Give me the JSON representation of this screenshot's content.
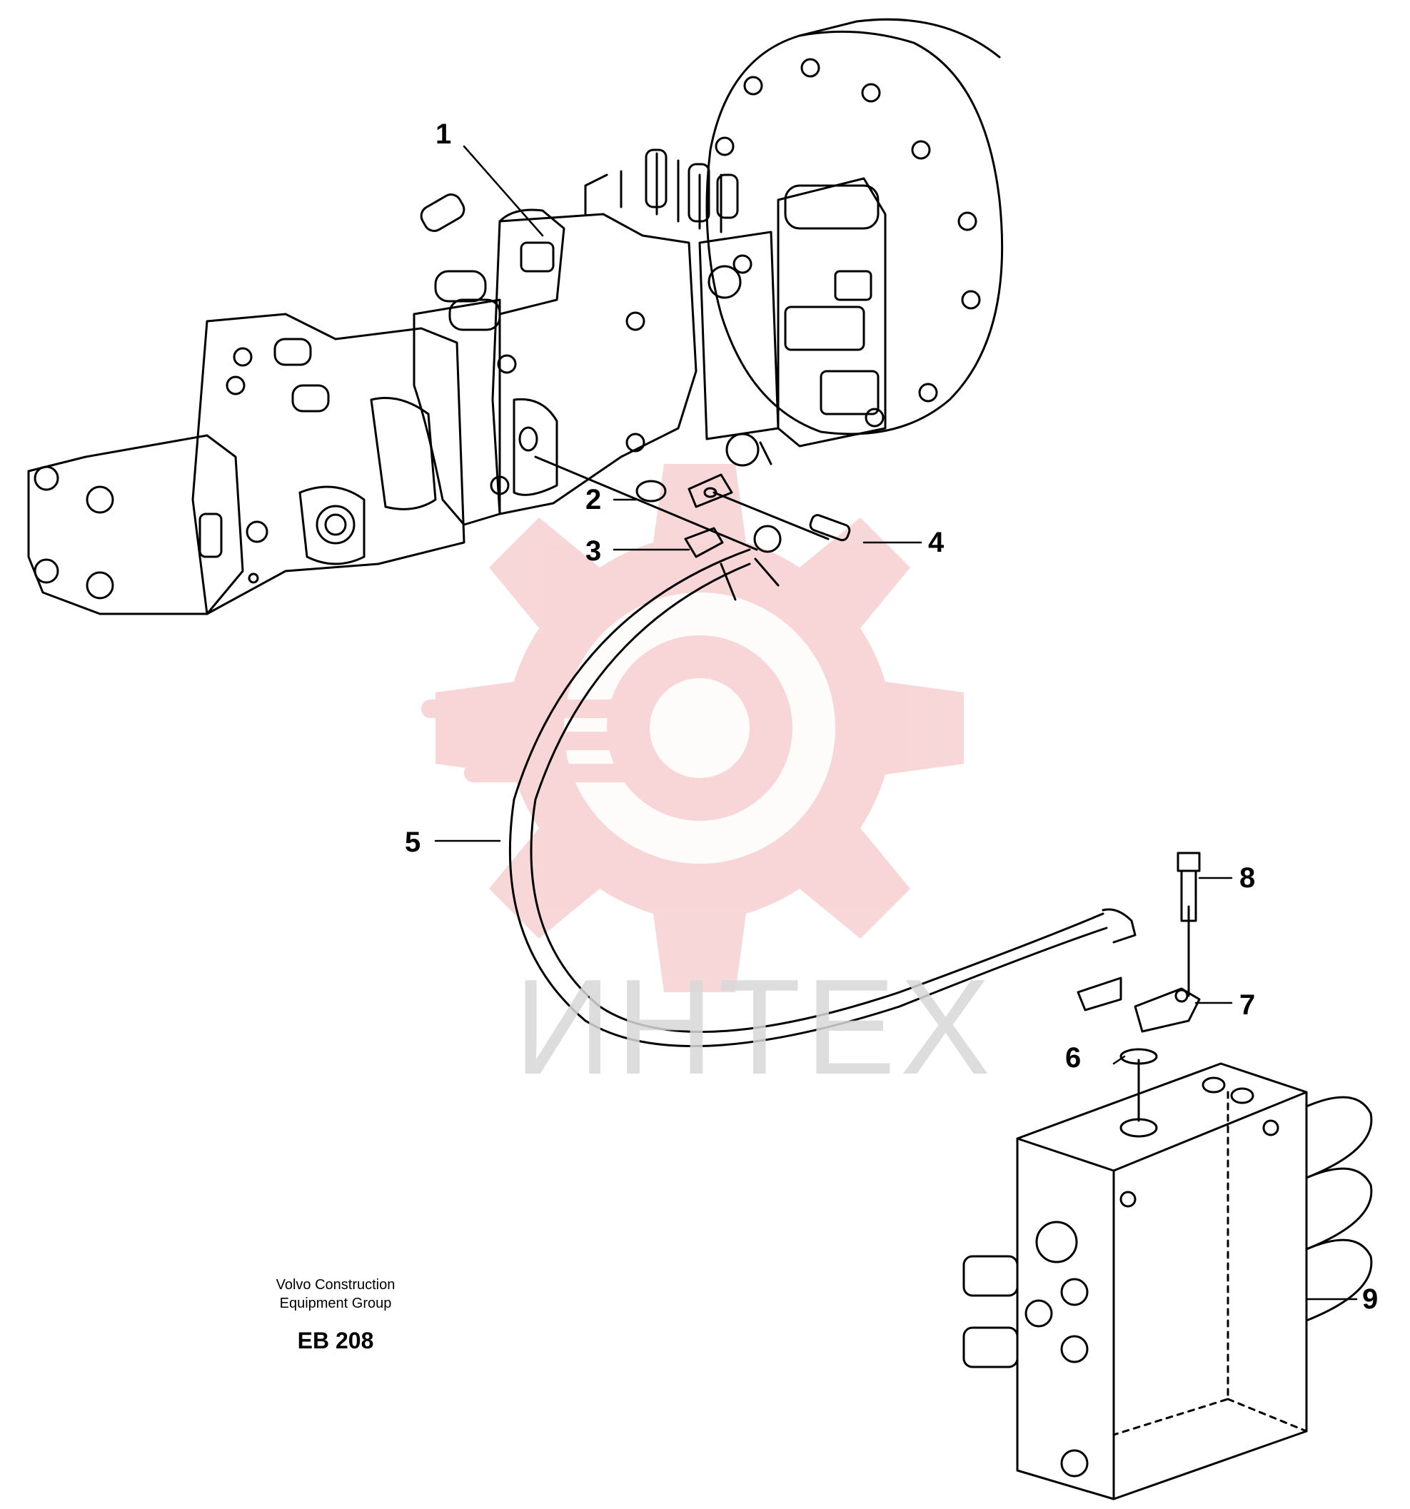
{
  "drawing": {
    "code": "EB 208",
    "publisher_line1": "Volvo Construction",
    "publisher_line2": "Equipment Group"
  },
  "callouts": [
    {
      "number": "1"
    },
    {
      "number": "2"
    },
    {
      "number": "3"
    },
    {
      "number": "4"
    },
    {
      "number": "5"
    },
    {
      "number": "6"
    },
    {
      "number": "7"
    },
    {
      "number": "8"
    },
    {
      "number": "9"
    }
  ],
  "watermark": {
    "text": "ИНТЕХ",
    "color": "#e8323c"
  },
  "colors": {
    "line": "#000000",
    "watermark_gear": "#f6c9cc",
    "watermark_text": "#d8d8d8"
  }
}
